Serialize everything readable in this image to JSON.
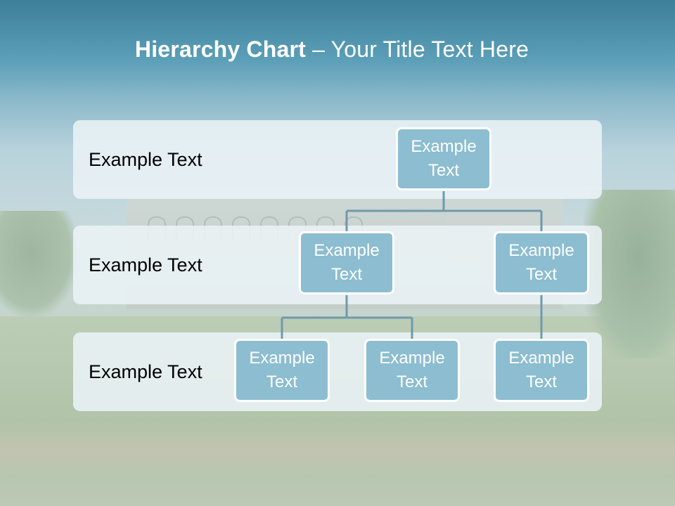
{
  "title": {
    "bold": "Hierarchy Chart",
    "rest": " – Your Title Text Here"
  },
  "levels": [
    {
      "label": "Example Text"
    },
    {
      "label": "Example Text"
    },
    {
      "label": "Example Text"
    }
  ],
  "nodes": {
    "root": "Example Text",
    "level2_left": "Example Text",
    "level2_right": "Example Text",
    "level3_a": "Example Text",
    "level3_b": "Example Text",
    "level3_c": "Example Text"
  },
  "colors": {
    "node_fill": "#8cbdd0",
    "node_border": "#ffffff",
    "connector": "#6f9aab",
    "band_fill": "#ebf2f6"
  }
}
